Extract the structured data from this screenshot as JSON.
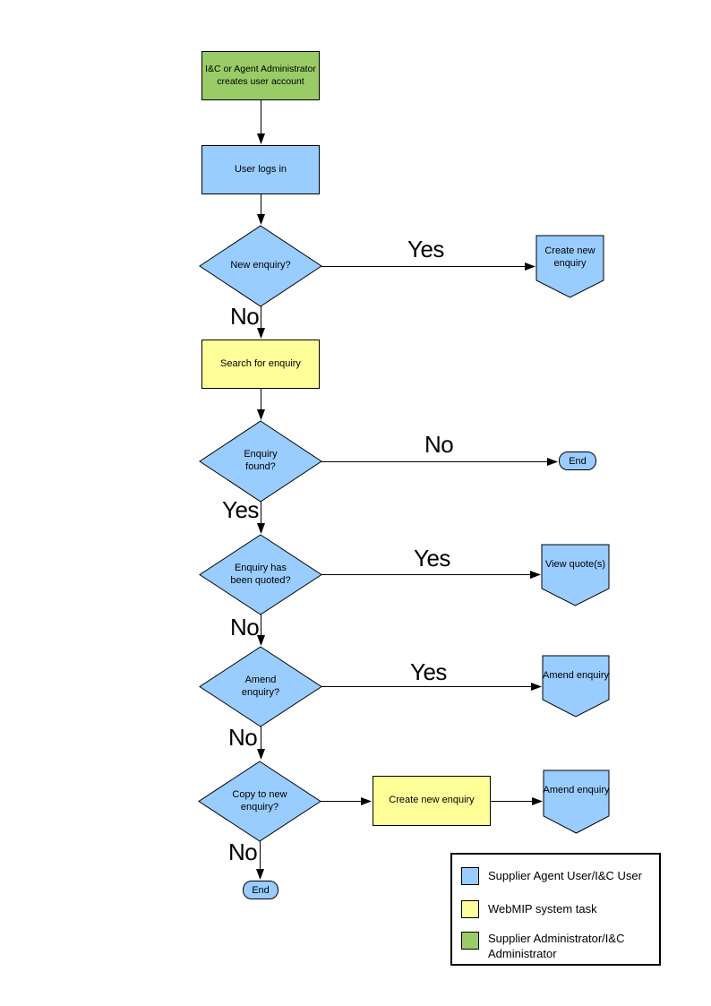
{
  "palette": {
    "actor_blue": "#99CCFF",
    "system_yellow": "#FFFF99",
    "admin_green": "#99CC66",
    "line_black": "#000000"
  },
  "nodes": {
    "create_account": {
      "label": "I&C or Agent Administrator\ncreates user account"
    },
    "user_logs_in": {
      "label": "User logs in"
    },
    "new_enquiry": {
      "label": "New enquiry?"
    },
    "create_new_enquiry_ref": {
      "label": "Create new\nenquiry"
    },
    "search_for_enquiry": {
      "label": "Search for enquiry"
    },
    "enquiry_found": {
      "label": "Enquiry\nfound?"
    },
    "end_not_found": {
      "label": "End"
    },
    "enquiry_quoted": {
      "label": "Enquiry has\nbeen quoted?"
    },
    "view_quotes": {
      "label": "View quote(s)"
    },
    "amend_enquiry_decision": {
      "label": "Amend\nenquiry?"
    },
    "amend_enquiry_ref_1": {
      "label": "Amend enquiry"
    },
    "copy_to_new_enquiry": {
      "label": "Copy to new\nenquiry?"
    },
    "create_new_enquiry_task": {
      "label": "Create new enquiry"
    },
    "amend_enquiry_ref_2": {
      "label": "Amend enquiry"
    },
    "end_final": {
      "label": "End"
    }
  },
  "edge_labels": {
    "new_enquiry_yes": "Yes",
    "new_enquiry_no": "No",
    "enquiry_found_no": "No",
    "enquiry_found_yes": "Yes",
    "enquiry_quoted_yes": "Yes",
    "enquiry_quoted_no": "No",
    "amend_enquiry_yes": "Yes",
    "amend_enquiry_no": "No",
    "copy_to_new_no": "No"
  },
  "legend": {
    "items": [
      {
        "color": "#99CCFF",
        "label": "Supplier Agent User/I&C User"
      },
      {
        "color": "#FFFF99",
        "label": "WebMIP system task"
      },
      {
        "color": "#99CC66",
        "label": "Supplier Administrator/I&C\nAdministrator"
      }
    ]
  }
}
